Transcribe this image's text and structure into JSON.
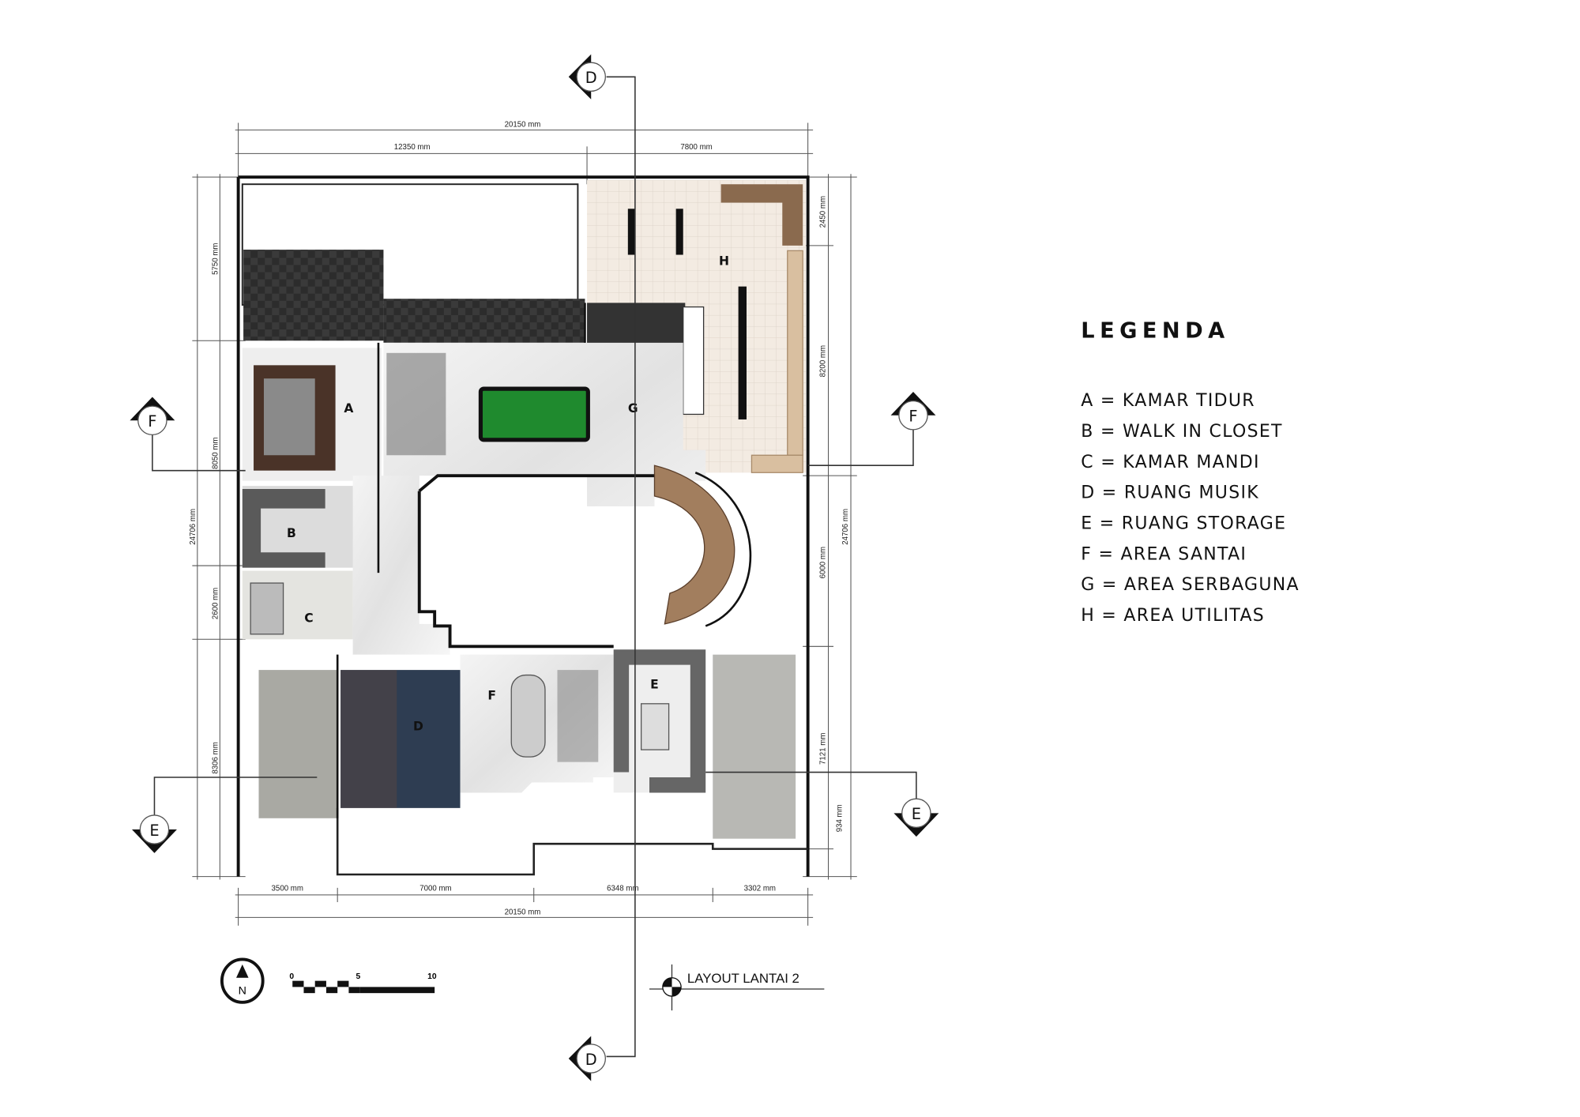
{
  "drawing_title": "LAYOUT LANTAI 2",
  "north_label": "N",
  "scale_labels": [
    "0",
    "5",
    "10"
  ],
  "dimensions": {
    "top_total": "20150 mm",
    "top_left": "12350 mm",
    "top_right": "7800 mm",
    "bottom": [
      "3500 mm",
      "7000 mm",
      "6348 mm",
      "3302 mm"
    ],
    "bottom_total": "20150 mm",
    "left_total": "24706 mm",
    "left": [
      "5750 mm",
      "8050 mm",
      "2600 mm",
      "8306 mm"
    ],
    "right_total": "24706 mm",
    "right": [
      "2450 mm",
      "8200 mm",
      "6000 mm",
      "7121 mm",
      "934 mm"
    ]
  },
  "room_labels": {
    "A": "A",
    "B": "B",
    "C": "C",
    "D": "D",
    "E": "E",
    "F": "F",
    "G": "G",
    "H": "H"
  },
  "section_markers": {
    "d_top": "D",
    "d_bottom": "D",
    "f_left": "F",
    "f_right": "F",
    "e_left": "E",
    "e_right": "E"
  },
  "legend": {
    "title": "LEGENDA",
    "items": [
      "A = KAMAR TIDUR",
      "B = WALK IN CLOSET",
      "C = KAMAR MANDI",
      "D = RUANG MUSIK",
      "E = RUANG STORAGE",
      "F = AREA SANTAI",
      "G = AREA SERBAGUNA",
      "H = AREA UTILITAS"
    ]
  },
  "colors": {
    "marble": "#eeeeee",
    "roof": "#3a3a3a",
    "tile": "#f3ebe2",
    "music_room": "#2e3d52",
    "pool_table": "#1f8a2e",
    "stairs": "#a27e5e",
    "concrete": "#a9a9a3"
  }
}
